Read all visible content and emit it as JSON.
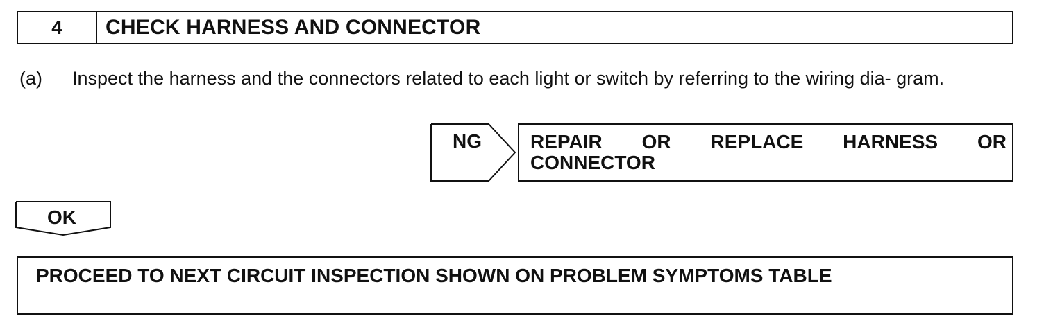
{
  "step": {
    "number": "4",
    "title": "CHECK HARNESS AND CONNECTOR"
  },
  "instruction": {
    "marker": "(a)",
    "text": "Inspect the harness and the connectors related to each light or switch by referring to the wiring dia- gram."
  },
  "ng_branch": {
    "label": "NG",
    "result_line1": "REPAIR OR REPLACE HARNESS OR",
    "result_line2": "CONNECTOR"
  },
  "ok_branch": {
    "label": "OK"
  },
  "proceed": {
    "text": "PROCEED TO NEXT CIRCUIT INSPECTION SHOWN ON PROBLEM SYMPTOMS TABLE"
  }
}
